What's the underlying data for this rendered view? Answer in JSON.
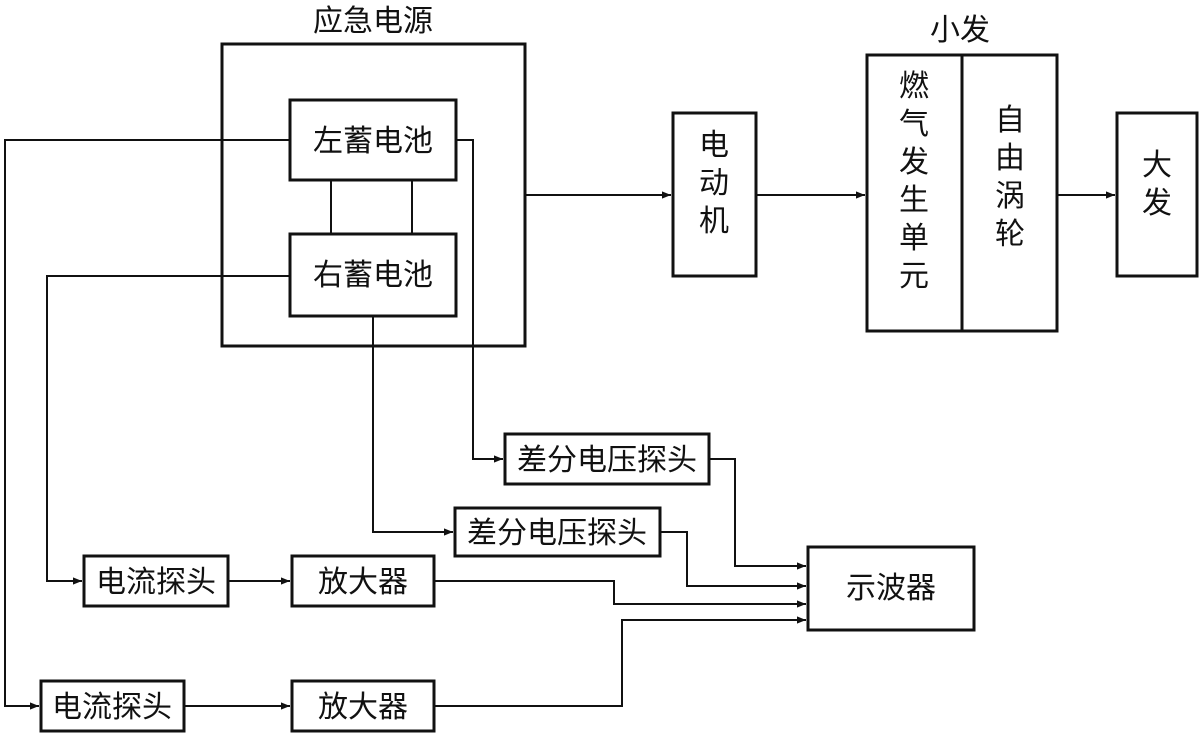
{
  "emergency_power": {
    "title": "应急电源"
  },
  "left_battery": {
    "label": "左蓄电池"
  },
  "right_battery": {
    "label": "右蓄电池"
  },
  "motor": {
    "label": "电动机"
  },
  "small_engine": {
    "title": "小发",
    "gas_generator": "燃气发生单元",
    "free_turbine": "自由涡轮"
  },
  "big_engine": {
    "label": "大发"
  },
  "diff_probe_1": {
    "label": "差分电压探头"
  },
  "diff_probe_2": {
    "label": "差分电压探头"
  },
  "current_probe_1": {
    "label": "电流探头"
  },
  "current_probe_2": {
    "label": "电流探头"
  },
  "amplifier_1": {
    "label": "放大器"
  },
  "amplifier_2": {
    "label": "放大器"
  },
  "oscilloscope": {
    "label": "示波器"
  }
}
